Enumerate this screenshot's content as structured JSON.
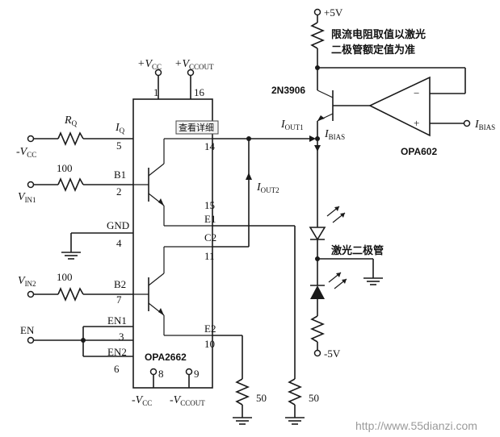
{
  "chip": {
    "name": "OPA2662"
  },
  "supply_top": {
    "vcc": "+V",
    "vcc_sub": "CC",
    "vccout": "+V",
    "vccout_sub": "CCOUT"
  },
  "supply_bottom": {
    "vcc": "-V",
    "vcc_sub": "CC",
    "vccout": "-V",
    "vccout_sub": "CCOUT"
  },
  "pins": {
    "p1": "1",
    "p16": "16",
    "p5": "5",
    "p14": "14",
    "p2": "2",
    "p15": "15",
    "p4": "4",
    "p11": "11",
    "p7": "7",
    "p3": "3",
    "p10": "10",
    "p6": "6",
    "p8": "8",
    "p9": "9"
  },
  "pin_labels": {
    "iq": "I",
    "iq_sub": "Q",
    "b1": "B1",
    "gnd": "GND",
    "e1": "E1",
    "c2": "C2",
    "b2": "B2",
    "en1": "EN1",
    "en2": "EN2",
    "e2": "E2"
  },
  "inputs": {
    "neg_vcc": "-V",
    "neg_vcc_sub": "CC",
    "vin1": "V",
    "vin1_sub": "IN1",
    "vin2": "V",
    "vin2_sub": "IN2",
    "en": "EN"
  },
  "resistors": {
    "rq": "R",
    "rq_sub": "Q",
    "r1": "100",
    "r2": "100",
    "r3": "50",
    "r4": "50"
  },
  "currents": {
    "iout1": "I",
    "iout1_sub": "OUT1",
    "iout2": "I",
    "iout2_sub": "OUT2",
    "ibias1": "I",
    "ibias1_sub": "BIAS",
    "ibias2": "I",
    "ibias2_sub": "BIAS"
  },
  "right_circuit": {
    "plus5v": "+5V",
    "note_line1": "限流电阻取值以激光",
    "note_line2": "二极管额定值为准",
    "transistor": "2N3906",
    "opamp": "OPA602",
    "opamp_minus": "−",
    "opamp_plus": "+",
    "laser_diode": "激光二极管",
    "minus5v": "-5V"
  },
  "tooltip": "查看详细",
  "watermark": "http://www.55dianzi.com"
}
